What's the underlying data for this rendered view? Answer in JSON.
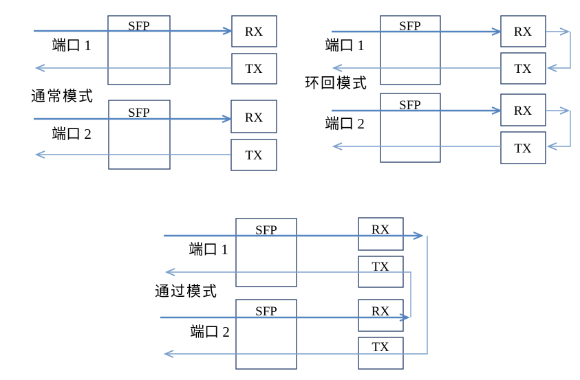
{
  "diagram": {
    "box_labels": {
      "sfp": "SFP",
      "rx": "RX",
      "tx": "TX"
    },
    "modes": [
      {
        "name": "通常模式",
        "ports": [
          "端口 1",
          "端口 2"
        ]
      },
      {
        "name": "环回模式",
        "ports": [
          "端口 1",
          "端口 2"
        ]
      },
      {
        "name": "通过模式",
        "ports": [
          "端口 1",
          "端口 2"
        ]
      }
    ],
    "colors": {
      "signal_line": "#5585c0",
      "return_line": "#7ba0cb",
      "box_border": "#1f3864",
      "text": "#000000",
      "background": "#ffffff"
    }
  }
}
